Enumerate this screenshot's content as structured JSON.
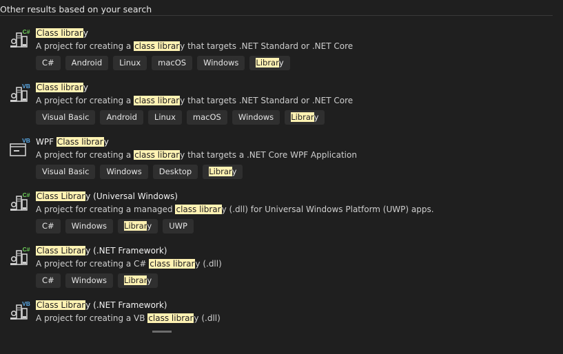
{
  "header": {
    "title": "Other results based on your search"
  },
  "results": [
    {
      "language_badge": "C#",
      "title": {
        "before": "",
        "highlight": "Class librar",
        "after": "y"
      },
      "desc": {
        "before": "A project for creating a ",
        "highlight": "class librar",
        "after": "y that targets .NET Standard or .NET Core"
      },
      "tags": [
        "C#",
        "Android",
        "Linux",
        "macOS",
        "Windows"
      ],
      "lib_tag": {
        "highlight": "Librar",
        "after": "y"
      }
    },
    {
      "language_badge": "VB",
      "title": {
        "before": "",
        "highlight": "Class librar",
        "after": "y"
      },
      "desc": {
        "before": "A project for creating a ",
        "highlight": "class librar",
        "after": "y that targets .NET Standard or .NET Core"
      },
      "tags": [
        "Visual Basic",
        "Android",
        "Linux",
        "macOS",
        "Windows"
      ],
      "lib_tag": {
        "highlight": "Librar",
        "after": "y"
      }
    },
    {
      "language_badge": "VB",
      "title": {
        "before": "WPF ",
        "highlight": "Class librar",
        "after": "y"
      },
      "desc": {
        "before": "A project for creating a ",
        "highlight": "class librar",
        "after": "y that targets a .NET Core WPF Application"
      },
      "tags": [
        "Visual Basic",
        "Windows",
        "Desktop"
      ],
      "lib_tag": {
        "highlight": "Librar",
        "after": "y"
      }
    },
    {
      "language_badge": "C#",
      "title": {
        "before": "",
        "highlight": "Class Librar",
        "after": "y (Universal Windows)"
      },
      "desc": {
        "before": "A project for creating a managed ",
        "highlight": "class librar",
        "after": "y (.dll) for Universal Windows Platform (UWP) apps."
      },
      "tags": [
        "C#",
        "Windows"
      ],
      "lib_tag": {
        "highlight": "Librar",
        "after": "y"
      },
      "tags_after": [
        "UWP"
      ]
    },
    {
      "language_badge": "C#",
      "title": {
        "before": "",
        "highlight": "Class Librar",
        "after": "y (.NET Framework)"
      },
      "desc": {
        "before": "A project for creating a C# ",
        "highlight": "class librar",
        "after": "y (.dll)"
      },
      "tags": [
        "C#",
        "Windows"
      ],
      "lib_tag": {
        "highlight": "Librar",
        "after": "y"
      }
    },
    {
      "language_badge": "VB",
      "title": {
        "before": "",
        "highlight": "Class Librar",
        "after": "y (.NET Framework)"
      },
      "desc": {
        "before": "A project for creating a VB ",
        "highlight": "class librar",
        "after": "y (.dll)"
      },
      "tags": [],
      "lib_tag": null
    }
  ],
  "colors": {
    "background": "#1f1f1f",
    "highlight": "#fff2b3",
    "csharp_badge": "#6fcf5a",
    "vb_badge": "#5aa9e6",
    "tag_bg": "#2f2f2f"
  },
  "icons": {
    "class_library": "class-library-icon",
    "wpf_library": "wpf-library-icon"
  }
}
